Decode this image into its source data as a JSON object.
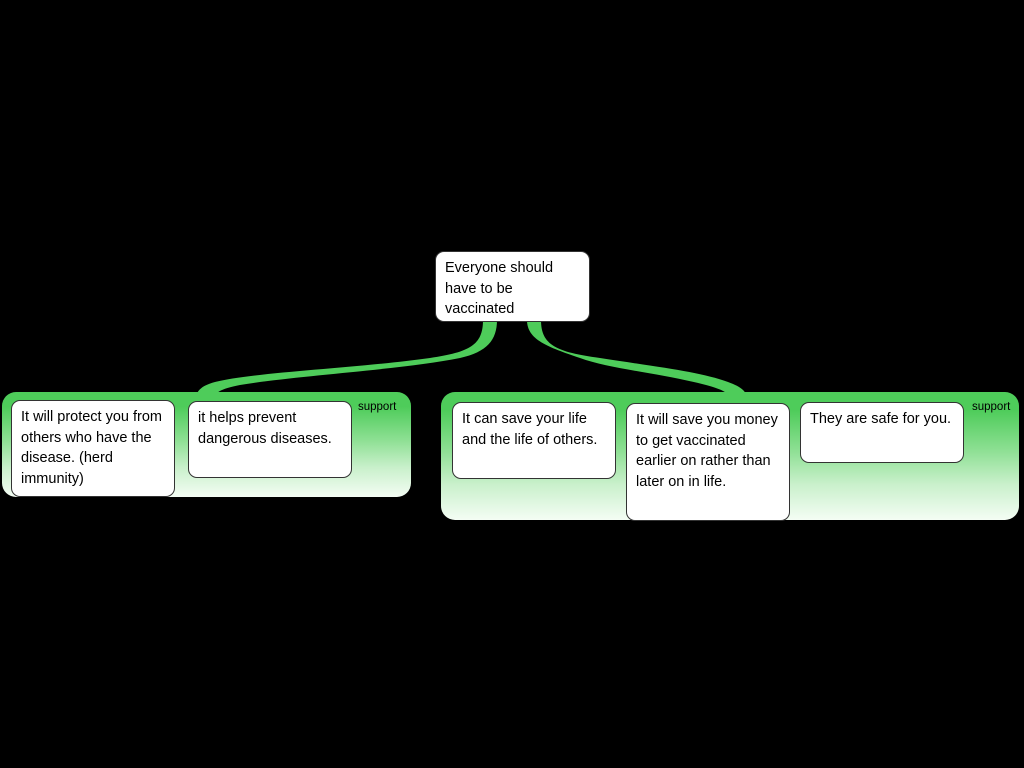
{
  "diagram": {
    "type": "argument-map",
    "background_color": "#000000",
    "accent_color": "#4ecc5a",
    "root": {
      "text": "Everyone should have to be vaccinated"
    },
    "groups": [
      {
        "id": "left-support-group",
        "relation_label": "support",
        "claims": [
          {
            "text": "It will protect you from others who have the disease. (herd immunity)"
          },
          {
            "text": "it helps prevent dangerous diseases."
          }
        ]
      },
      {
        "id": "right-support-group",
        "relation_label": "support",
        "claims": [
          {
            "text": "It can save your life and the life of others."
          },
          {
            "text": "It will save you money to get vaccinated earlier on rather than later on in life."
          },
          {
            "text": "They are safe for you."
          }
        ]
      }
    ]
  }
}
